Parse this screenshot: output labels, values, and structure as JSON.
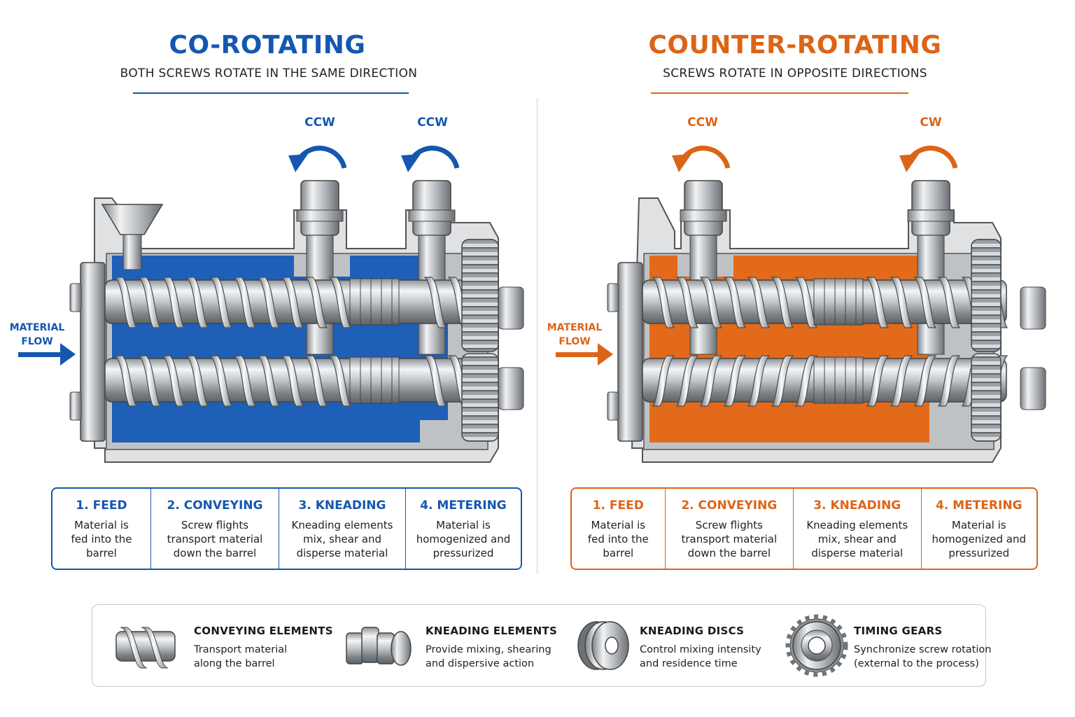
{
  "colors": {
    "co": "#1557b0",
    "counter": "#dc6417",
    "steel": "#a9adb3",
    "housing": "#dfe1e3"
  },
  "co": {
    "title": "CO-ROTATING",
    "subtitle": "BOTH SCREWS ROTATE IN THE SAME DIRECTION",
    "rotation_left": "CCW",
    "rotation_right": "CCW",
    "flow_line1": "MATERIAL",
    "flow_line2": "FLOW",
    "stages": [
      {
        "title": "1. FEED",
        "desc": [
          "Material is",
          "fed into the",
          "barrel"
        ]
      },
      {
        "title": "2. CONVEYING",
        "desc": [
          "Screw flights",
          "transport material",
          "down the barrel"
        ]
      },
      {
        "title": "3. KNEADING",
        "desc": [
          "Kneading elements",
          "mix, shear and",
          "disperse material"
        ]
      },
      {
        "title": "4. METERING",
        "desc": [
          "Material is",
          "homogenized and",
          "pressurized"
        ]
      }
    ]
  },
  "counter": {
    "title": "COUNTER-ROTATING",
    "subtitle": "SCREWS ROTATE IN OPPOSITE DIRECTIONS",
    "rotation_left": "CCW",
    "rotation_right": "CW",
    "flow_line1": "MATERIAL",
    "flow_line2": "FLOW",
    "stages": [
      {
        "title": "1. FEED",
        "desc": [
          "Material is",
          "fed into the",
          "barrel"
        ]
      },
      {
        "title": "2. CONVEYING",
        "desc": [
          "Screw flights",
          "transport material",
          "down the barrel"
        ]
      },
      {
        "title": "3. KNEADING",
        "desc": [
          "Kneading elements",
          "mix, shear and",
          "disperse material"
        ]
      },
      {
        "title": "4. METERING",
        "desc": [
          "Material is",
          "homogenized and",
          "pressurized"
        ]
      }
    ]
  },
  "legend": [
    {
      "icon": "conveying-element-icon",
      "title": "CONVEYING ELEMENTS",
      "desc": [
        "Transport material",
        "along the barrel"
      ]
    },
    {
      "icon": "kneading-element-icon",
      "title": "KNEADING ELEMENTS",
      "desc": [
        "Provide mixing, shearing",
        "and dispersive action"
      ]
    },
    {
      "icon": "kneading-disc-icon",
      "title": "KNEADING DISCS",
      "desc": [
        "Control mixing intensity",
        "and residence time"
      ]
    },
    {
      "icon": "timing-gear-icon",
      "title": "TIMING GEARS",
      "desc": [
        "Synchronize screw rotation",
        "(external to the process)"
      ]
    }
  ]
}
